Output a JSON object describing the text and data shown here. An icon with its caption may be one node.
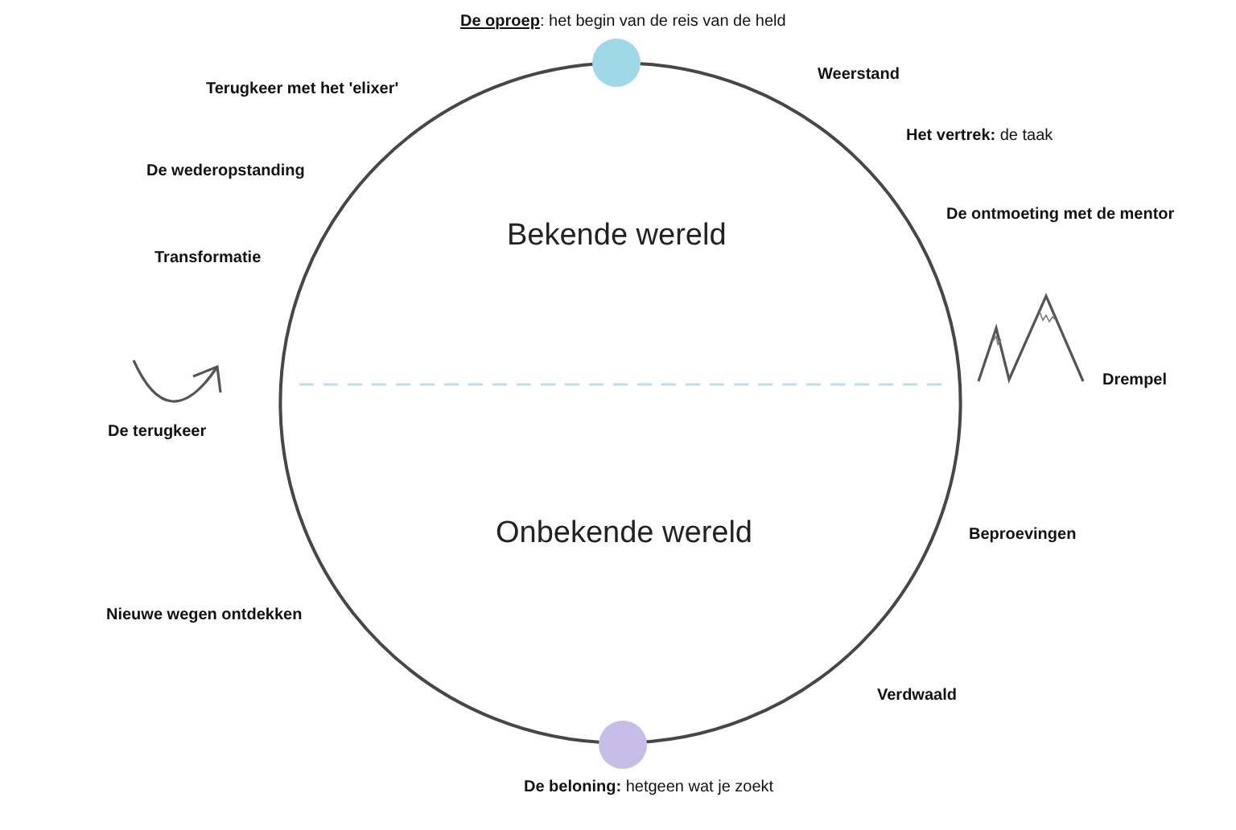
{
  "diagram": {
    "nodes": [
      {
        "text": [
          "Bekende wereld",
          "Onbekende wereld"
        ]
      },
      {
        "text": [],
        "shape": "circle",
        "beside": [
          "**De oproep**: het begin van de reis van de held"
        ]
      },
      {
        "text": [],
        "shape": "circle",
        "beside": [
          "**De beloning:** hetgeen wat je zoekt"
        ]
      }
    ],
    "labels": [
      "Weerstand",
      "Terugkeer met het 'elixer'",
      "**Het vertrek:** de taak",
      "De wederopstanding",
      "De ontmoeting met de mentor",
      "Transformatie",
      "Drempel",
      "De terugkeer",
      "Beproevingen",
      "Nieuwe wegen ontdekken",
      "Verdwaald"
    ]
  }
}
